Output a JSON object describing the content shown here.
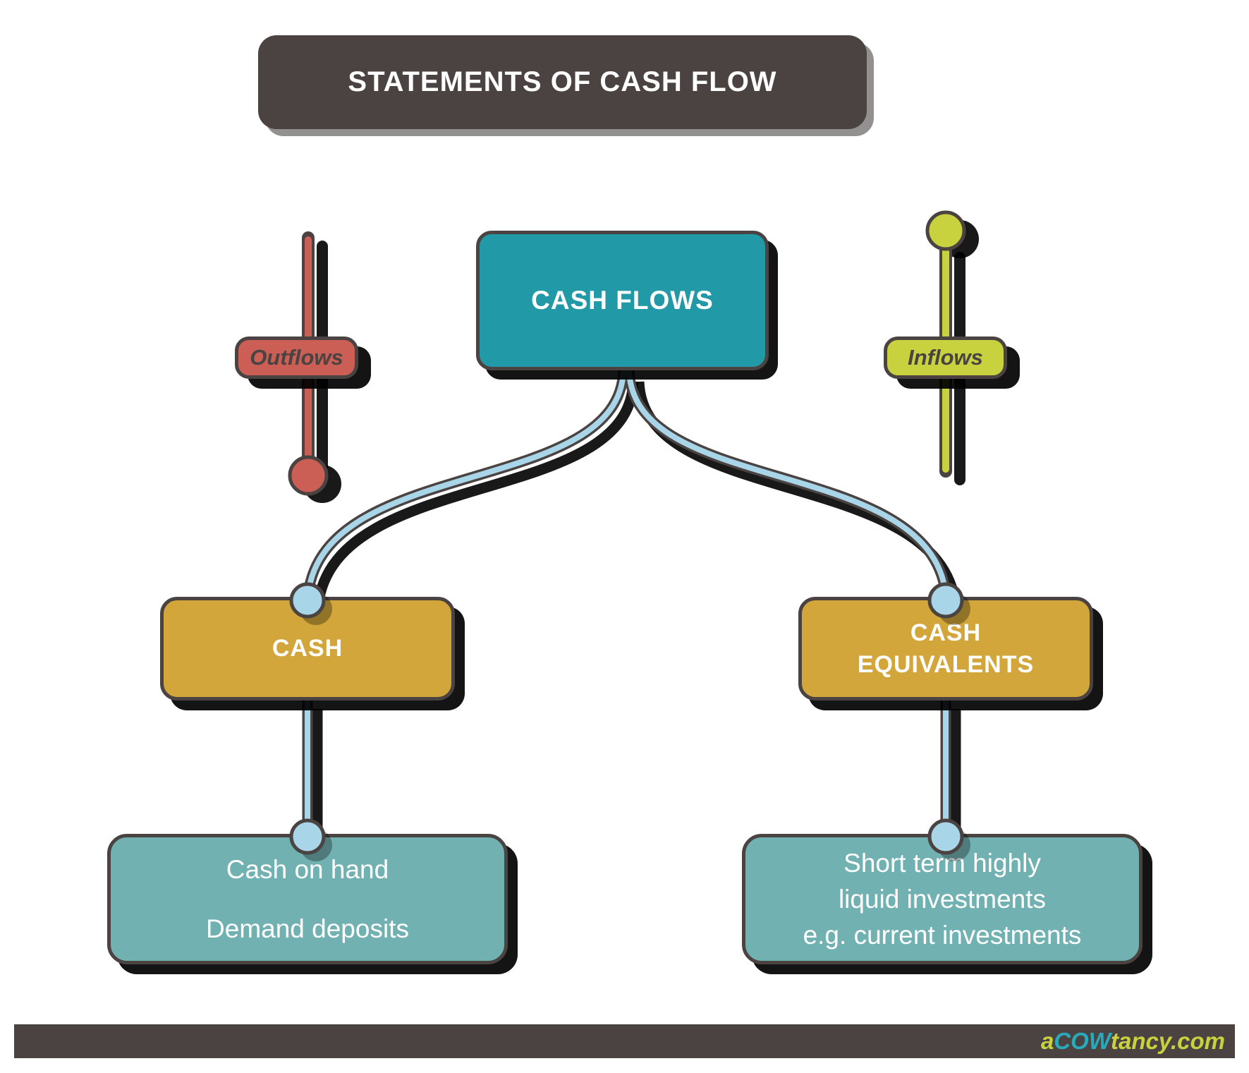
{
  "title": {
    "label": "STATEMENTS OF CASH FLOW"
  },
  "diagram": {
    "cash_flows": {
      "label": "CASH FLOWS"
    },
    "outflows_pin": {
      "label": "Outflows"
    },
    "inflows_pin": {
      "label": "Inflows"
    },
    "cash": {
      "label": "CASH"
    },
    "cash_equivalents": {
      "lines": [
        "CASH",
        "EQUIVALENTS"
      ]
    },
    "cash_items": {
      "lines": [
        "Cash on hand",
        "Demand deposits"
      ]
    },
    "cash_equivalent_items": {
      "lines": [
        "Short term highly",
        "liquid investments",
        "e.g. current investments"
      ]
    }
  },
  "footer": {
    "logo_prefix": "a",
    "logo_cow": "COW",
    "logo_suffix": "tancy.com"
  },
  "colors": {
    "dark": "#4a4341",
    "teal": "#2199a6",
    "teal_bright": "#2aa9ba",
    "gold": "#d2a63a",
    "muted_teal": "#72b1b2",
    "red": "#cb5f56",
    "lime": "#c8d23f",
    "light_blue": "#a9d5e9"
  }
}
